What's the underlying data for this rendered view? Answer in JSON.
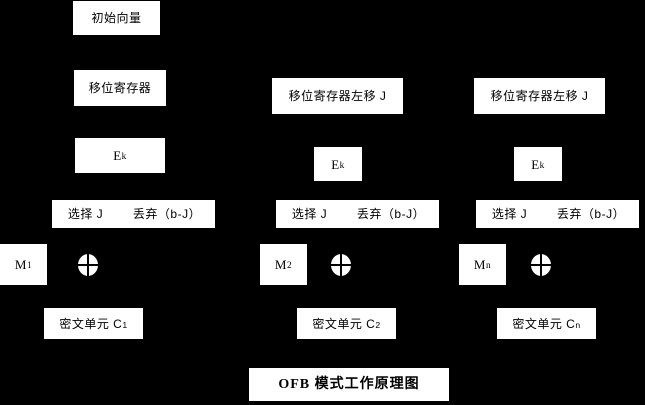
{
  "diagram": {
    "title": "OFB 模式工作原理图",
    "background_color": "#000000",
    "box_fill_color": "#ffffff",
    "box_text_color": "#000000",
    "initial_vector": "初始向量",
    "xor_icon_name": "xor-operator-icon",
    "columns": [
      {
        "id": "stage-1",
        "register": "移位寄存器",
        "encrypt": "E",
        "encrypt_sub": "k",
        "select": "选择 J",
        "discard": "丢弃（b-J）",
        "message": "M",
        "message_sub": "1",
        "ciphertext": "密文单元 C",
        "ciphertext_sub": "1"
      },
      {
        "id": "stage-2",
        "register": "移位寄存器左移 J",
        "encrypt": "E",
        "encrypt_sub": "k",
        "select": "选择 J",
        "discard": "丢弃（b-J）",
        "message": "M",
        "message_sub": "2",
        "ciphertext": "密文单元 C",
        "ciphertext_sub": "2"
      },
      {
        "id": "stage-n",
        "register": "移位寄存器左移 J",
        "encrypt": "E",
        "encrypt_sub": "k",
        "select": "选择 J",
        "discard": "丢弃（b-J）",
        "message": "M",
        "message_sub": "n",
        "ciphertext": "密文单元 C",
        "ciphertext_sub": "n"
      }
    ]
  }
}
